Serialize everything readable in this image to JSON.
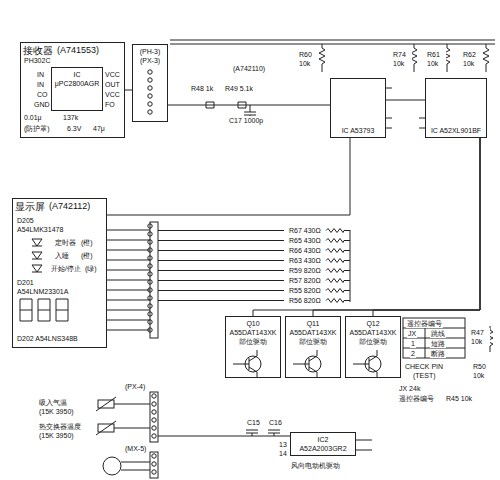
{
  "diagram": {
    "nodes": [
      {
        "text": [
          "接收器",
          "(A741553)"
        ]
      },
      {
        "text": [
          "IC μPC2800AGR"
        ],
        "in": 0
      },
      {
        "text": [
          "(PH-3)",
          "(PX-3)"
        ]
      },
      {
        "text": [
          "IC A53793"
        ]
      },
      {
        "text": [
          "IC A52XL901BF"
        ]
      },
      {
        "text": [
          "显示屏",
          "(A742112)"
        ]
      },
      {
        "text": [
          "Q10",
          "A55DAT143XK",
          "部位驱动"
        ]
      },
      {
        "text": [
          "Q11",
          "A55DAT143XK",
          "部位驱动"
        ]
      },
      {
        "text": [
          "Q12",
          "A55DAT143XK",
          "部位驱动"
        ]
      },
      {
        "text": [
          "IC2",
          "A52A2003GR2"
        ]
      }
    ],
    "edges": [
      {
        "from": 0,
        "to": 2,
        "arrow": "none"
      },
      {
        "from": 2,
        "to": 3,
        "arrow": "none"
      },
      {
        "from": 3,
        "to": 4,
        "arrow": "none"
      },
      {
        "from": 5,
        "to": 3,
        "arrow": "none"
      },
      {
        "from": 6,
        "to": 4,
        "arrow": "none"
      },
      {
        "from": 7,
        "to": 4,
        "arrow": "none"
      },
      {
        "from": 8,
        "to": 4,
        "arrow": "none"
      }
    ],
    "labels": [
      "PH302C",
      "IN",
      "IN",
      "CO",
      "GND",
      "VCC",
      "OUT",
      "VCC",
      "FO",
      "0.01μ",
      "137k",
      "6.3V",
      "47μ",
      "(防护罩)",
      "(A742110)",
      "R48 1k",
      "R49 5.1k",
      "C17 1000p",
      "R60 10k",
      "R74 10k",
      "R61 10k",
      "R62 10k",
      "D205",
      "A54LMK31478",
      "定时器",
      "(橙)",
      "入睡",
      "(橙)",
      "开始/停止",
      "(绿)",
      "D201",
      "A54LNM23301A",
      "D202 A54LNS348B",
      "R67 430Ω",
      "R65 430Ω",
      "R66 430Ω",
      "R63 430Ω",
      "R59 820Ω",
      "R57 820Ω",
      "R55 820Ω",
      "R56 820Ω",
      "遥控器编号",
      "JX",
      "跳线",
      "1",
      "短路",
      "2",
      "断路",
      "CHECK PIN",
      "(TEST)",
      "R47 10k",
      "R50 10k",
      "JX 24k",
      "遥控器编号",
      "R45 10k",
      "吸入气温",
      "(15K 3950)",
      "热交换器温度",
      "(15K 3950)",
      "(PX-4)",
      "(MX-5)",
      "C15",
      "C16",
      "13",
      "14",
      "风向电动机驱动"
    ]
  }
}
